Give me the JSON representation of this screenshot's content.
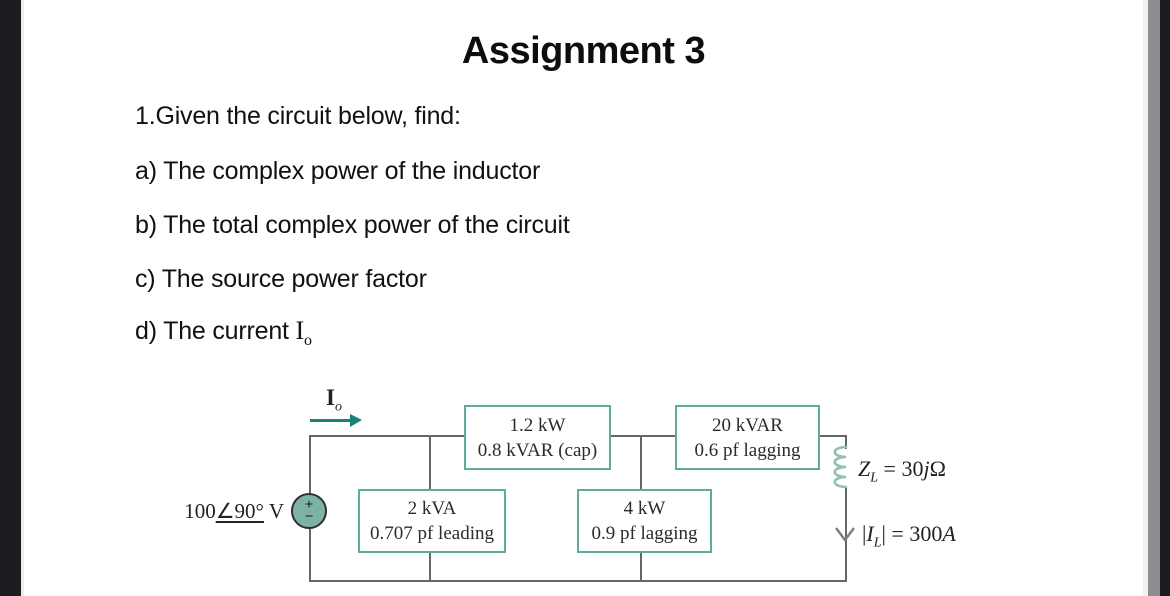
{
  "title": "Assignment 3",
  "intro": "1.Given the circuit below, find:",
  "questions": [
    {
      "label": "a)",
      "text": " The complex power of the inductor"
    },
    {
      "label": "b)",
      "text": " The total complex power of the circuit"
    },
    {
      "label": "c)",
      "text": " The source power factor"
    },
    {
      "label": "d)",
      "text": " The current ",
      "symbol": "I",
      "symbol_sub": "o"
    }
  ],
  "circuit": {
    "source_label": {
      "magnitude": "100",
      "angle": "∠90°",
      "unit": " V"
    },
    "source_plus": "+",
    "source_minus": "−",
    "io_label": {
      "sym": "I",
      "sub": "o"
    },
    "boxes": [
      {
        "line1": "1.2 kW",
        "line2": "0.8 kVAR (cap)"
      },
      {
        "line1": "20 kVAR",
        "line2": "0.6 pf lagging"
      },
      {
        "line1": "2 kVA",
        "line2": "0.707 pf leading"
      },
      {
        "line1": "4 kW",
        "line2": "0.9 pf lagging"
      }
    ],
    "inductor_label": {
      "sym": "Z",
      "sub": "L",
      "eq": " = 30",
      "j": "j",
      "omega": "Ω"
    },
    "current_label": {
      "pre": "|",
      "sym": "I",
      "sub": "L",
      "post": "| = 300",
      "unit": "A"
    }
  },
  "colors": {
    "frame": "#1b1d20",
    "scrollbar": "#8d8d91",
    "wire": "#666666",
    "accent_teal": "#5fa99e",
    "source_fill": "#7cb3a6",
    "arrow_teal": "#17827a",
    "coil_teal": "#93bfb2"
  }
}
